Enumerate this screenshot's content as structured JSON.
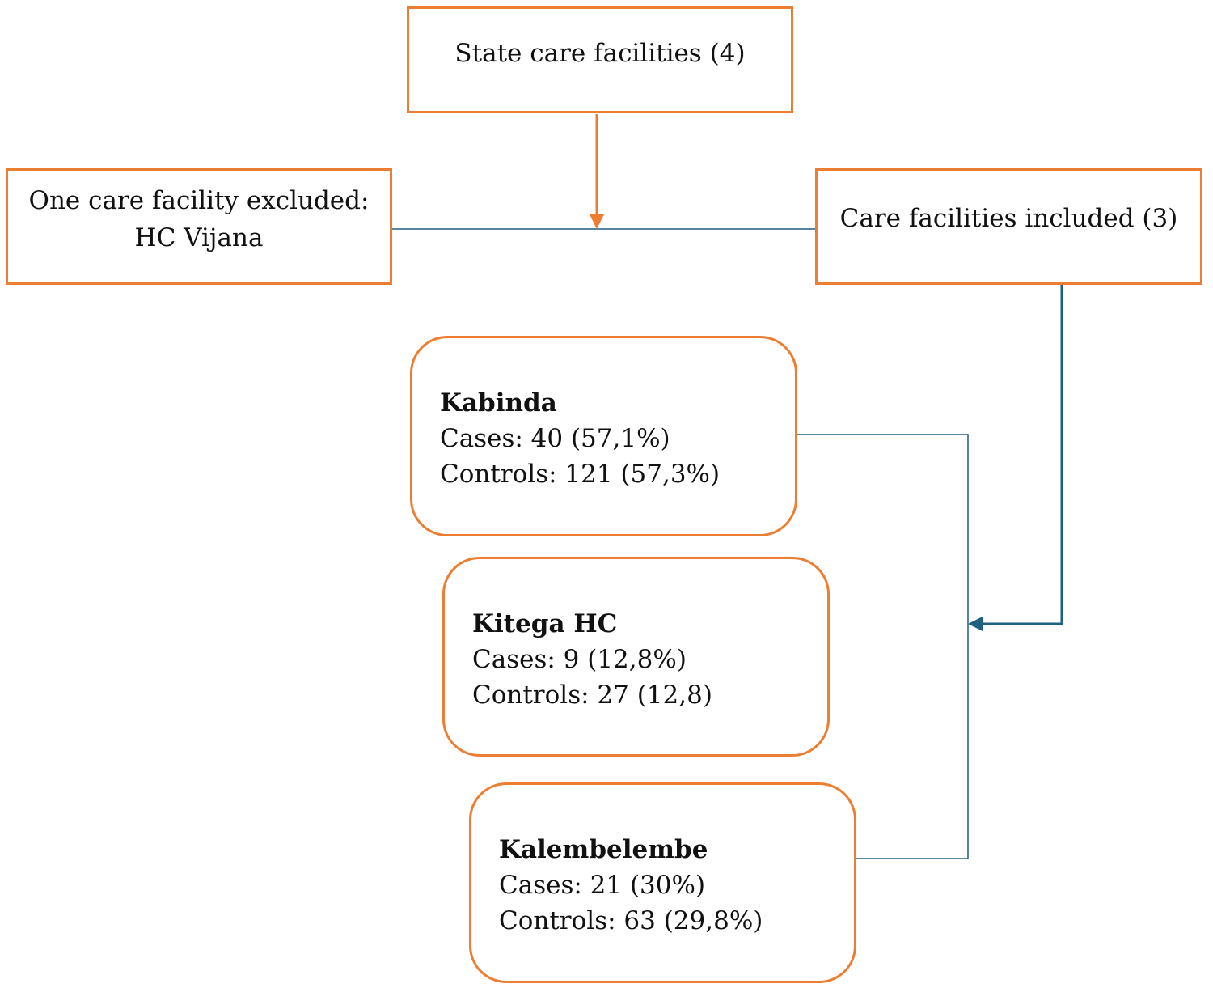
{
  "diagram": {
    "type": "flowchart",
    "colors": {
      "box_border": "#ED7D31",
      "orange_arrow": "#ED7D31",
      "connector": "#1F5F7F",
      "text": "#111111",
      "background": "#FFFFFF"
    },
    "nodes": {
      "state": {
        "label": "State care facilities (4)"
      },
      "excluded": {
        "line1": "One care facility excluded:",
        "line2": "HC Vijana"
      },
      "included": {
        "label": "Care facilities included (3)"
      },
      "sites": [
        {
          "name": "Kabinda",
          "cases": "Cases: 40 (57,1%)",
          "controls": "Controls: 121 (57,3%)"
        },
        {
          "name": "Kitega HC",
          "cases": "Cases: 9 (12,8%)",
          "controls": "Controls: 27 (12,8)"
        },
        {
          "name": "Kalembelembe",
          "cases": "Cases: 21 (30%)",
          "controls": "Controls: 63 (29,8%)"
        }
      ]
    },
    "edges": [
      {
        "from": "state",
        "to": "split-line",
        "style": "orange-arrow"
      },
      {
        "from": "excluded",
        "to": "included",
        "style": "thin-line"
      },
      {
        "from": "included",
        "to": "sites-bracket",
        "style": "thick-arrow"
      },
      {
        "from": "sites-bracket",
        "to": "Kabinda",
        "style": "thin-line"
      },
      {
        "from": "sites-bracket",
        "to": "Kalembelembe",
        "style": "thin-line"
      }
    ]
  }
}
